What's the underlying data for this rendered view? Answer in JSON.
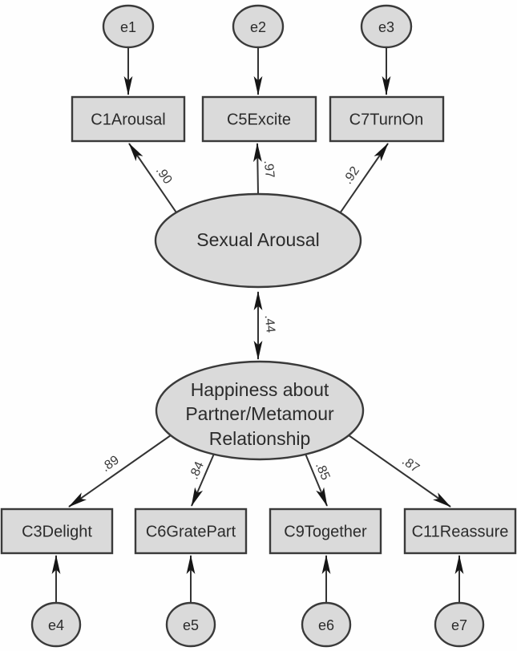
{
  "sem": {
    "factor1": {
      "label": "Sexual Arousal"
    },
    "factor2": {
      "line1": "Happiness about",
      "line2": "Partner/Metamour",
      "line3": "Relationship"
    },
    "covariance": ".44",
    "indicators": [
      {
        "label": "C1Arousal",
        "loading": ".90",
        "error": "e1"
      },
      {
        "label": "C5Excite",
        "loading": ".97",
        "error": "e2"
      },
      {
        "label": "C7TurnOn",
        "loading": ".92",
        "error": "e3"
      },
      {
        "label": "C3Delight",
        "loading": ".89",
        "error": "e4"
      },
      {
        "label": "C6GratePart",
        "loading": ".84",
        "error": "e5"
      },
      {
        "label": "C9Together",
        "loading": ".85",
        "error": "e6"
      },
      {
        "label": "C11Reassure",
        "loading": ".87",
        "error": "e7"
      }
    ],
    "colors": {
      "node_fill": "#dadada",
      "node_stroke": "#3a3a3a",
      "line": "#333333",
      "text": "#2b2b2b"
    }
  }
}
